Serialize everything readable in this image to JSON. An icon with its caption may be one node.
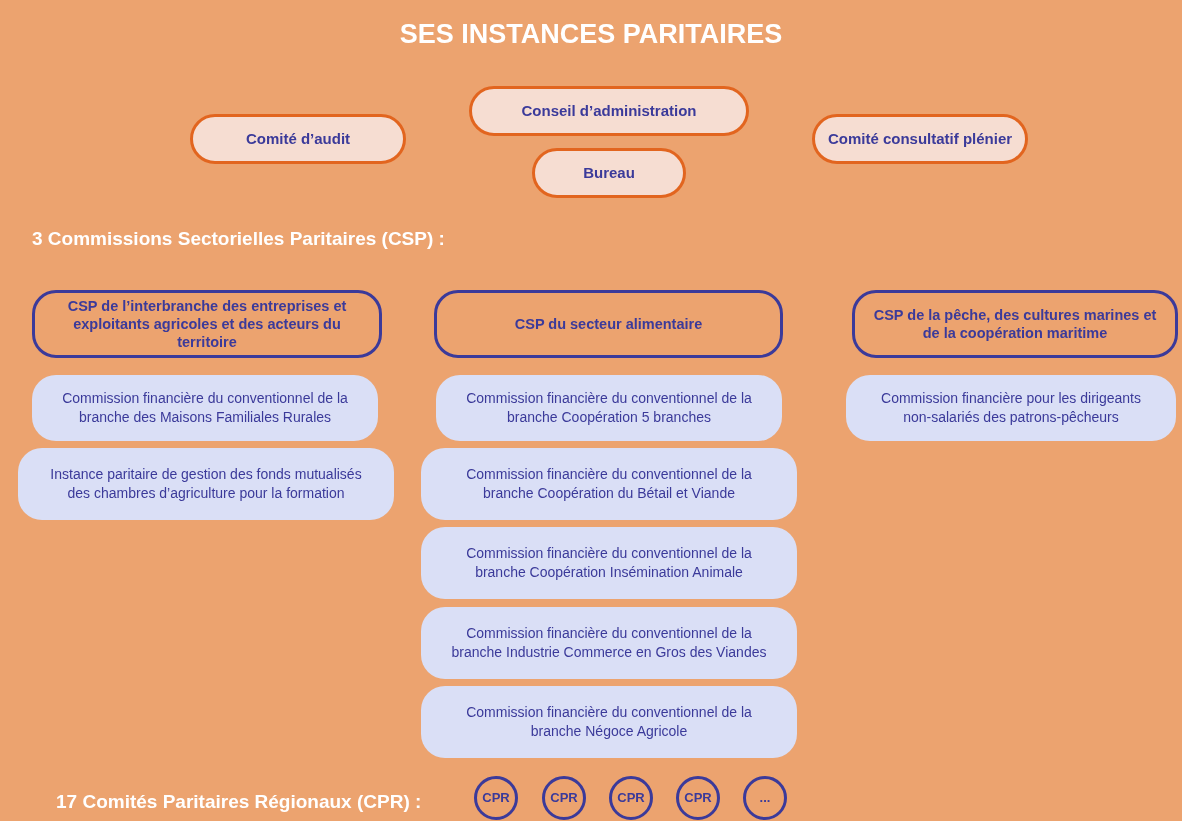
{
  "diagram": {
    "title": "SES INSTANCES PARITAIRES",
    "nodes": [
      {
        "text": [
          "Comité d’audit"
        ]
      },
      {
        "text": [
          "Conseil d’administration"
        ]
      },
      {
        "text": [
          "Bureau"
        ]
      },
      {
        "text": [
          "Comité consultatif plénier"
        ]
      },
      {
        "text": [
          "CSP de l’interbranche des entreprises et exploitants agricoles et des acteurs du territoire"
        ]
      },
      {
        "text": [
          "CSP du secteur alimentaire"
        ]
      },
      {
        "text": [
          "CSP de la pêche, des cultures marines et de la coopération maritime"
        ]
      },
      {
        "text": [
          "Commission financière du conventionnel de la branche des Maisons Familiales Rurales"
        ]
      },
      {
        "text": [
          "Instance paritaire de gestion des fonds mutualisés des chambres d’agriculture pour la formation"
        ]
      },
      {
        "text": [
          "Commission financière du conventionnel de la branche Coopération 5 branches"
        ]
      },
      {
        "text": [
          "Commission financière du conventionnel de la branche Coopération du Bétail et Viande"
        ]
      },
      {
        "text": [
          "Commission financière du conventionnel de la branche Coopération Insémination Animale"
        ]
      },
      {
        "text": [
          "Commission financière du conventionnel de la branche Industrie Commerce en Gros des Viandes"
        ]
      },
      {
        "text": [
          "Commission financière du conventionnel de la branche Négoce Agricole"
        ]
      },
      {
        "text": [
          "Commission financière pour les dirigeants non-salariés des patrons-pêcheurs"
        ]
      },
      {
        "text": [
          "CPR"
        ]
      },
      {
        "text": [
          "CPR"
        ]
      },
      {
        "text": [
          "CPR"
        ]
      },
      {
        "text": [
          "CPR"
        ]
      },
      {
        "text": [
          "..."
        ]
      }
    ],
    "labels": [
      "3 Commissions Sectorielles Paritaires (CSP) :",
      "17 Comités Paritaires Régionaux (CPR) :"
    ]
  }
}
